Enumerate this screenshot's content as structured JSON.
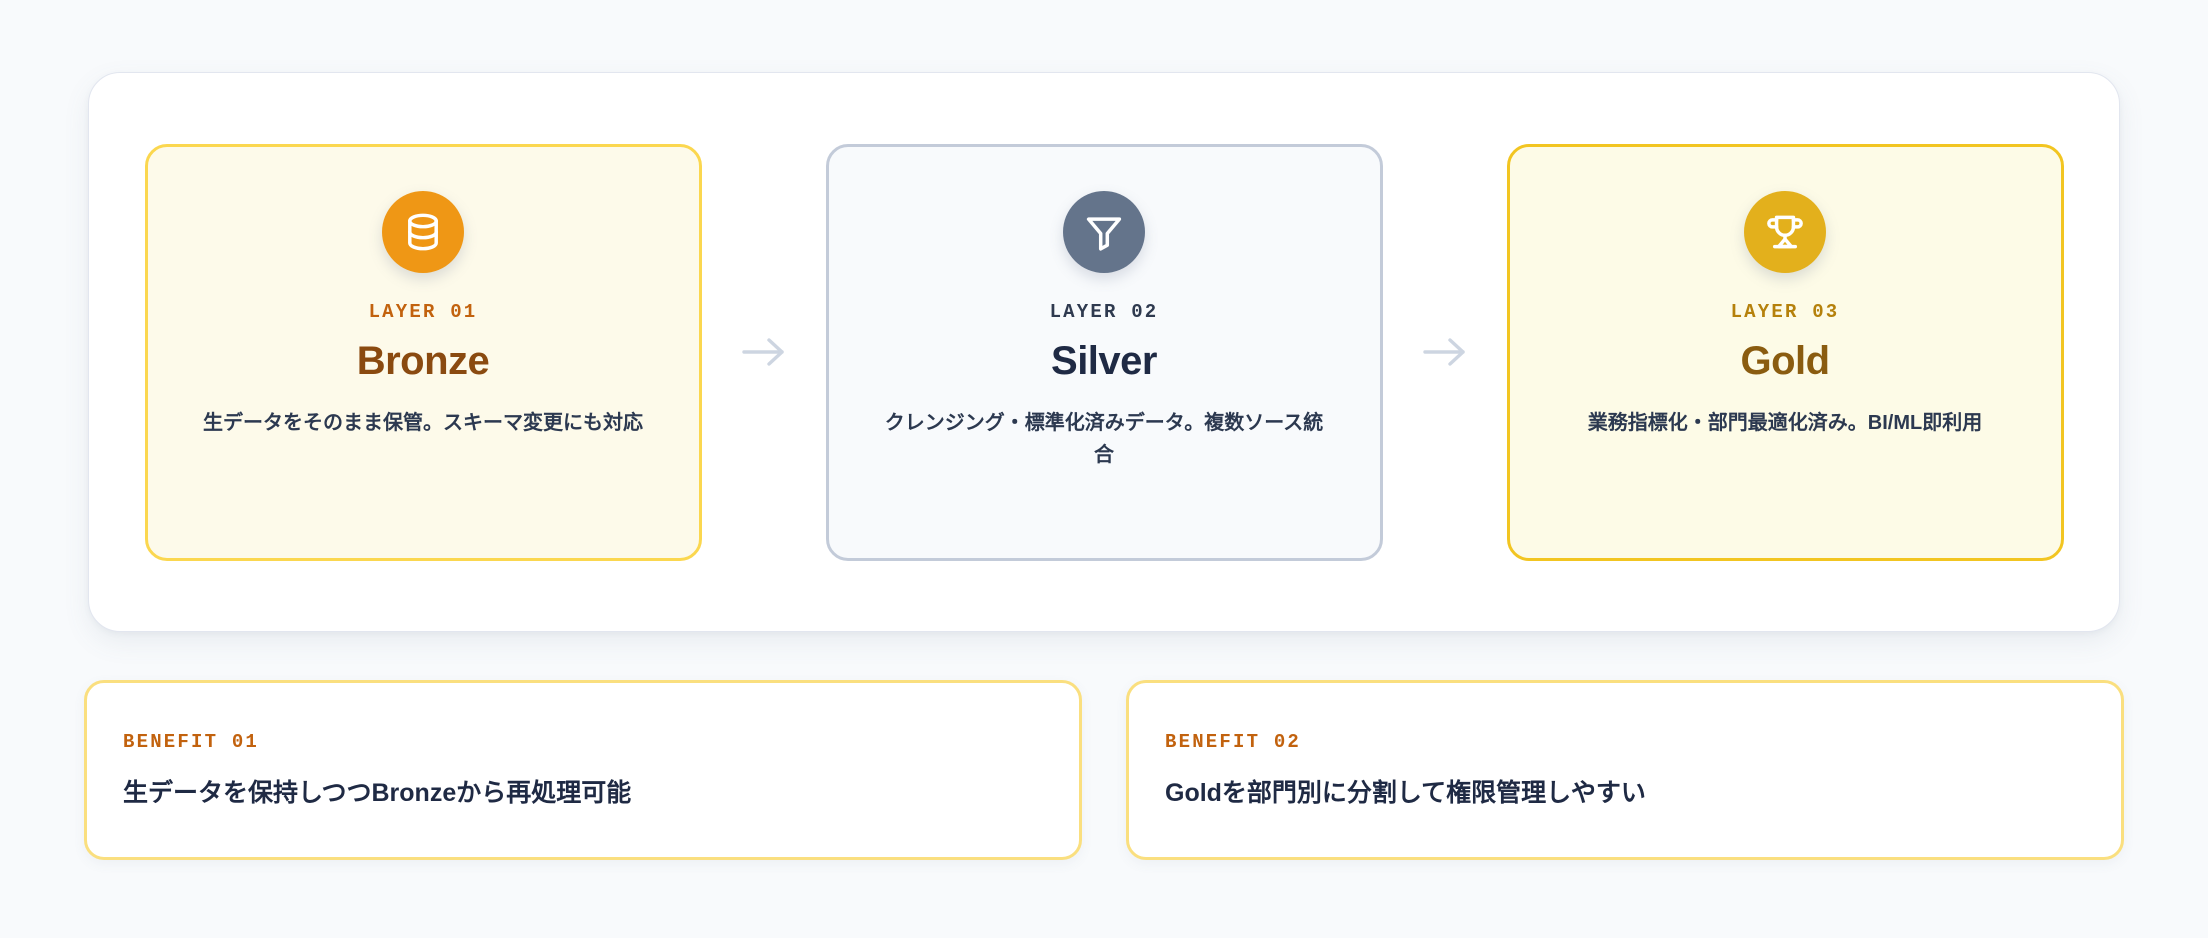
{
  "page": {
    "background_color": "#f8fafc"
  },
  "pipeline": {
    "panel_background": "#ffffff",
    "arrow_color": "#cdd5e1",
    "arrow_icon_name": "arrow-right-icon",
    "layers": [
      {
        "kicker": "LAYER 01",
        "title": "Bronze",
        "description": "生データをそのまま保管。スキーマ変更にも対応",
        "icon": "database-icon",
        "icon_bg": "#ef9715",
        "card_bg": "#fdfaea",
        "border_color": "#fbd74f",
        "kicker_color": "#c2620e",
        "title_color": "#8a4a10"
      },
      {
        "kicker": "LAYER 02",
        "title": "Silver",
        "description": "クレンジング・標準化済みデータ。複数ソース統合",
        "icon": "filter-funnel-icon",
        "icon_bg": "#64748b",
        "card_bg": "#f8fafc",
        "border_color": "#c3cbd9",
        "kicker_color": "#2f3a4f",
        "title_color": "#1f2a44"
      },
      {
        "kicker": "LAYER 03",
        "title": "Gold",
        "description": "業務指標化・部門最適化済み。BI/ML即利用",
        "icon": "trophy-icon",
        "icon_bg": "#e3b01c",
        "card_bg": "#fdfbe7",
        "border_color": "#f2c521",
        "kicker_color": "#b5810c",
        "title_color": "#8a5c10"
      }
    ]
  },
  "benefits": [
    {
      "kicker": "BENEFIT 01",
      "text": "生データを保持しつつBronzeから再処理可能",
      "border_color": "#fadf7f",
      "kicker_color": "#c2620e"
    },
    {
      "kicker": "BENEFIT 02",
      "text": "Goldを部門別に分割して権限管理しやすい",
      "border_color": "#fadf7f",
      "kicker_color": "#c2620e"
    }
  ]
}
